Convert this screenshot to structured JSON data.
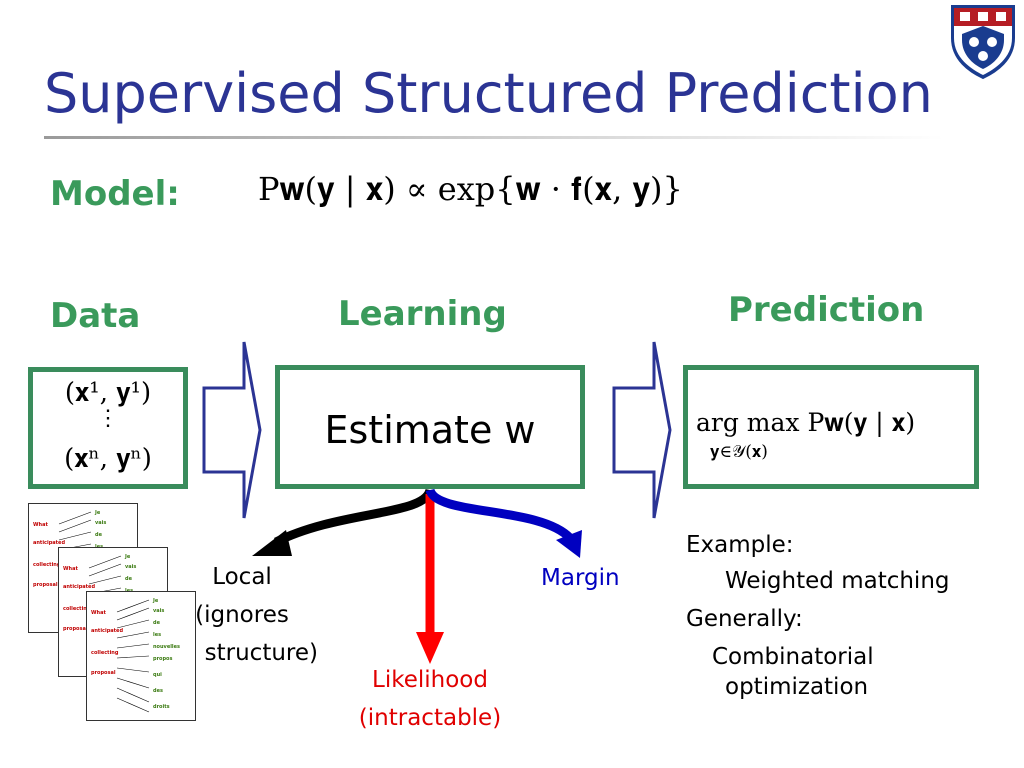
{
  "slide": {
    "title": "Supervised Structured Prediction",
    "model_label": "Model:",
    "model_formula": "P𝐰(𝐲 | 𝐱) ∝ exp{𝐰 · 𝐟(𝐱, 𝐲)}",
    "headings": {
      "data": "Data",
      "learning": "Learning",
      "prediction": "Prediction"
    },
    "data_box": {
      "line1": "(𝐱¹, 𝐲¹)",
      "dots": "⋮",
      "line2": "(𝐱ⁿ, 𝐲ⁿ)"
    },
    "learning_box": "Estimate w",
    "prediction_box": {
      "main": "arg max  P𝐰(𝐲 | 𝐱)",
      "sub": "𝐲∈𝒴(𝐱)"
    },
    "branches": {
      "local": [
        "Local",
        "(ignores",
        "structure)"
      ],
      "likelihood": [
        "Likelihood",
        "(intractable)"
      ],
      "margin": "Margin"
    },
    "notes": {
      "example": "Example:",
      "weighted": "Weighted matching",
      "generally": "Generally:",
      "combinatorial": [
        "Combinatorial",
        "optimization"
      ]
    }
  },
  "colors": {
    "title": "#2b3494",
    "heading": "#3a9a5b",
    "box_border": "#3a8c5c",
    "arrow_outline": "#2b3494",
    "local_arrow": "#000000",
    "likelihood_arrow": "#ff0000",
    "margin_arrow": "#0000c0",
    "margin_text": "#0000c0",
    "likelihood_text": "#e00000"
  },
  "icons": [
    "university-shield-logo",
    "alignment-document-stack"
  ]
}
